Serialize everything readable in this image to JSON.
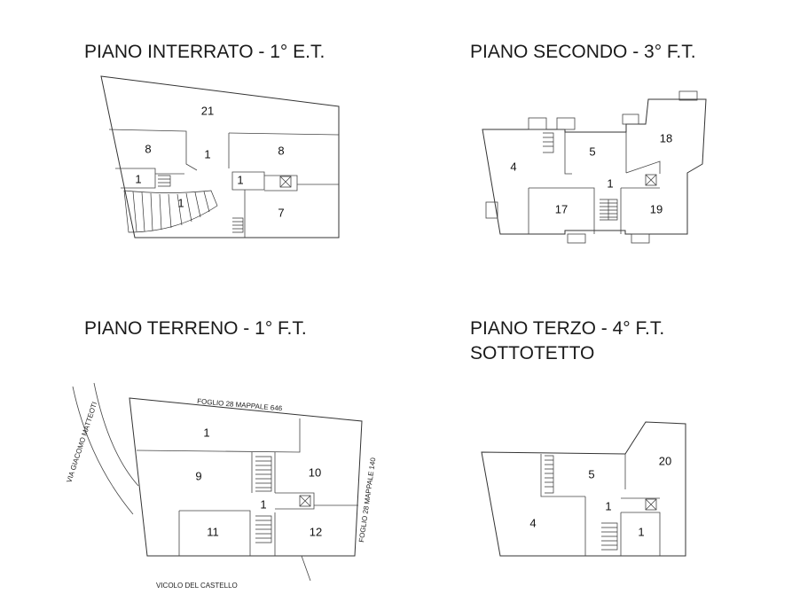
{
  "titles": {
    "interrato": "PIANO INTERRATO - 1° E.T.",
    "secondo": "PIANO SECONDO - 3° F.T.",
    "terreno": "PIANO TERRENO - 1° F.T.",
    "terzo_line1": "PIANO TERZO - 4° F.T.",
    "terzo_line2": "SOTTOTETTO"
  },
  "interrato_rooms": {
    "r21": "21",
    "r8a": "8",
    "r1a": "1",
    "r8b": "8",
    "r1b": "1",
    "r1c": "1",
    "r1d": "1",
    "r7": "7"
  },
  "secondo_rooms": {
    "r4": "4",
    "r5": "5",
    "r18": "18",
    "r1": "1",
    "r17": "17",
    "r19": "19"
  },
  "terreno_rooms": {
    "r1a": "1",
    "r9": "9",
    "r10": "10",
    "r1b": "1",
    "r11": "11",
    "r12": "12"
  },
  "terzo_rooms": {
    "r5": "5",
    "r20": "20",
    "r1a": "1",
    "r4": "4",
    "r1b": "1"
  },
  "streets": {
    "foglio_646": "FOGLIO 28 MAPPALE 646",
    "foglio_140": "FOGLIO 28 MAPPALE 140",
    "via": "VIA GIACOMO MATTEOTI",
    "vicolo": "VICOLO DEL CASTELLO"
  }
}
